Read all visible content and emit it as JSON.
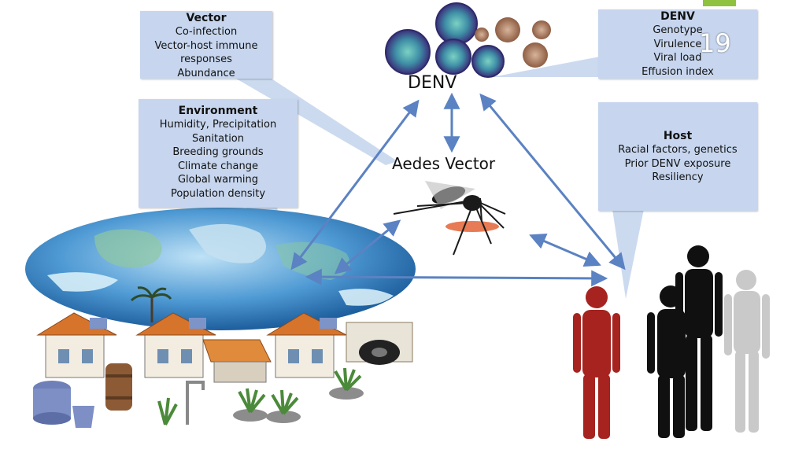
{
  "vector_box": {
    "title": "Vector",
    "lines": [
      "Co-infection",
      "Vector-host immune",
      "responses",
      "Abundance"
    ]
  },
  "denv_box": {
    "title": "DENV",
    "lines": [
      "Genotype",
      "Virulence",
      "Viral load",
      "Effusion index"
    ]
  },
  "environment_box": {
    "title": "Environment",
    "lines": [
      "Humidity, Precipitation",
      "Sanitation",
      "Breeding grounds",
      "Climate change",
      "Global warming",
      "Population density"
    ]
  },
  "host_box": {
    "title": "Host",
    "lines": [
      "Racial factors, genetics",
      "Prior DENV exposure",
      "Resiliency"
    ]
  },
  "center": {
    "denv_label": "DENV",
    "aedes_label": "Aedes Vector"
  },
  "slide_number": "19",
  "colors": {
    "box_fill": "#c7d6ee",
    "arrow": "#5b82c2",
    "accent_green": "#8fc23f",
    "host_red": "#a6231f",
    "host_black": "#101010",
    "host_grey": "#c9c9c9"
  },
  "icons": [
    "virus-particle-icon",
    "mosquito-icon",
    "globe-icon",
    "house-icon",
    "human-silhouette-icon"
  ]
}
